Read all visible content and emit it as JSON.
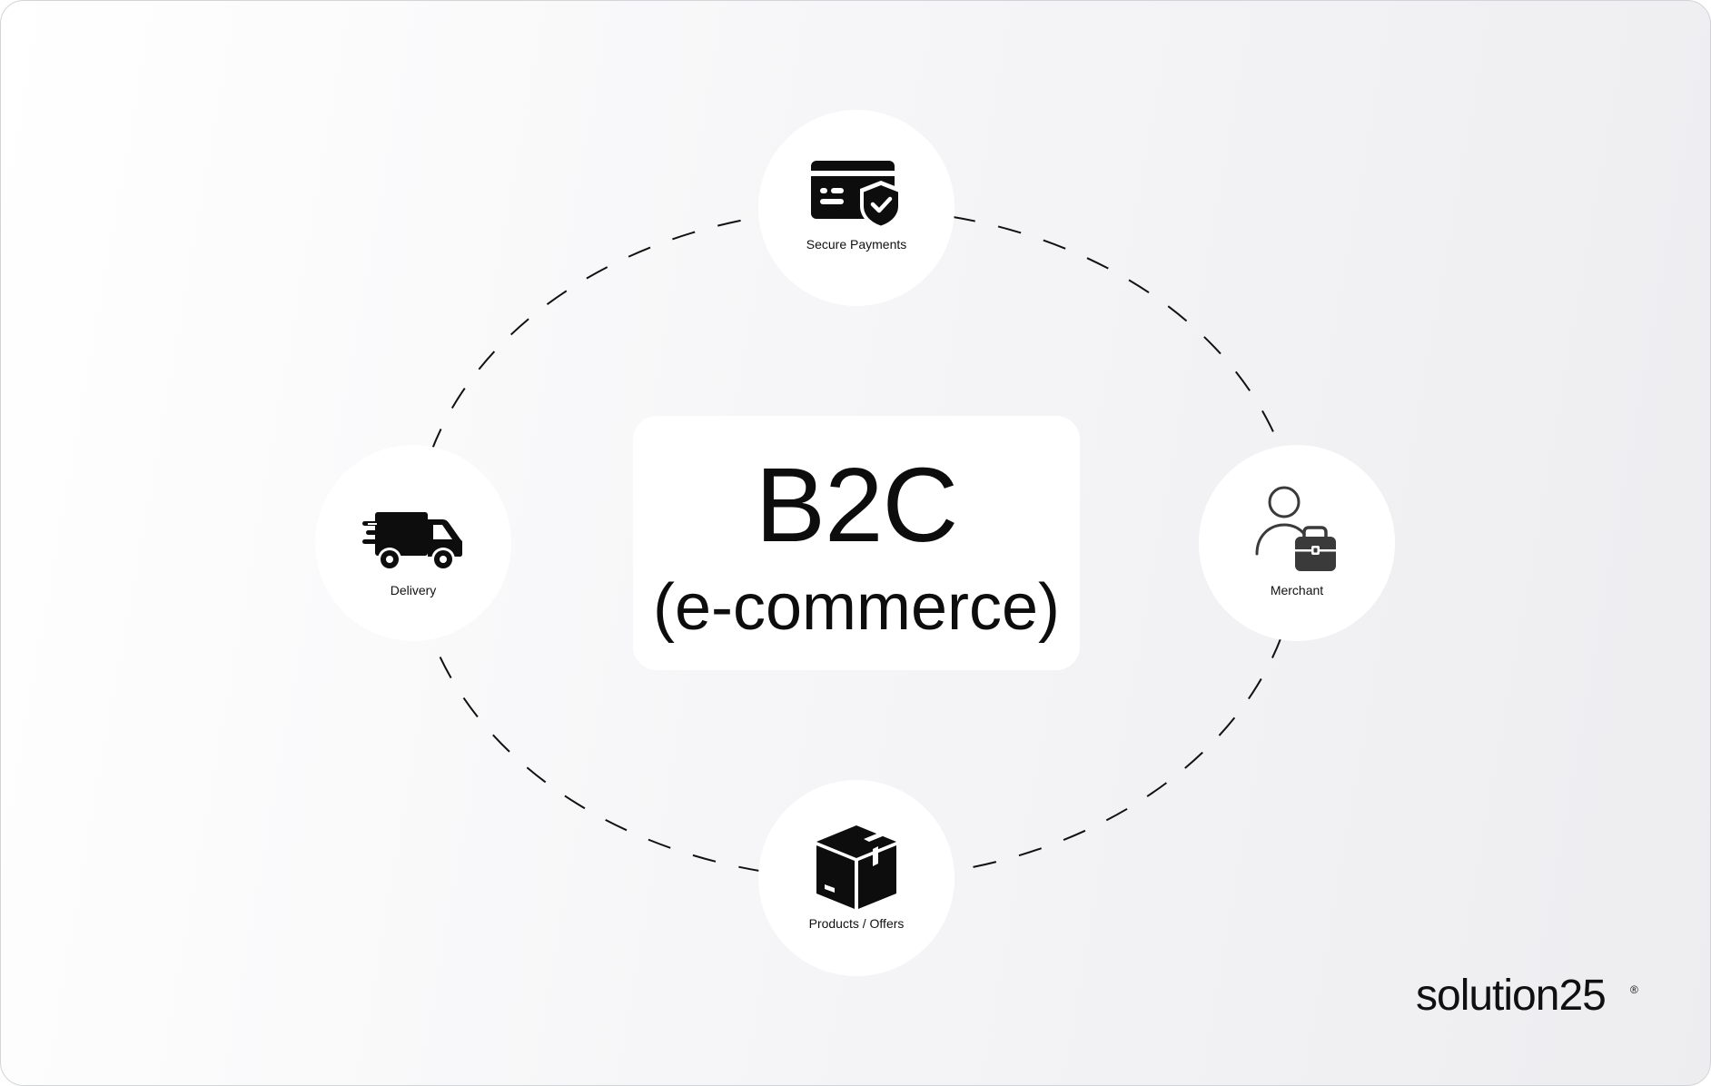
{
  "center": {
    "title": "B2C",
    "subtitle": "(e-commerce)"
  },
  "nodes": {
    "secure_payments": {
      "label": "Secure Payments",
      "icon": "credit-card-shield-icon"
    },
    "delivery": {
      "label": "Delivery",
      "icon": "delivery-truck-icon"
    },
    "merchant": {
      "label": "Merchant",
      "icon": "merchant-briefcase-icon"
    },
    "products": {
      "label": "Products / Offers",
      "icon": "package-box-icon"
    }
  },
  "brand": {
    "name": "solution25",
    "registered": "®"
  },
  "colors": {
    "ink": "#0d0d0d",
    "node_fill": "#ffffff",
    "frame_border": "#d3d4d8"
  }
}
